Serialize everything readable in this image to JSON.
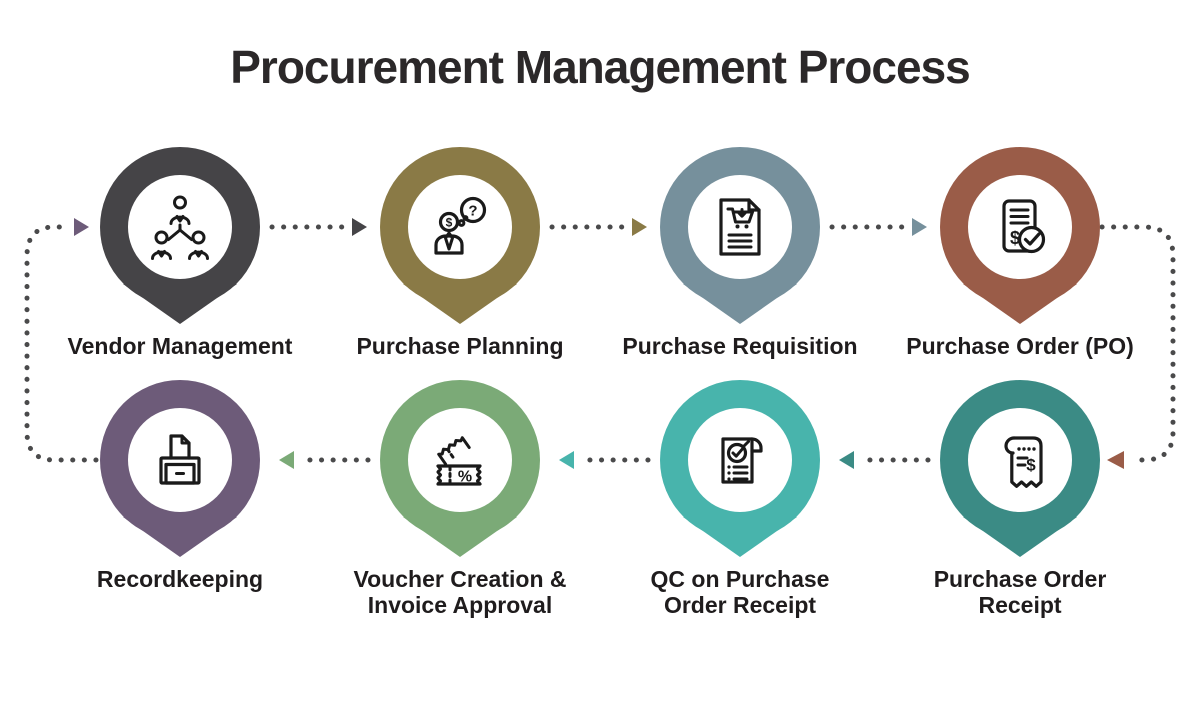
{
  "title": "Procurement Management Process",
  "colors": {
    "background": "#ffffff",
    "dot": "#4a4a4b",
    "text": "#1f1c1d",
    "icon": "#1a1a1a"
  },
  "icon_glyphs": {
    "dollar": "$",
    "question": "?",
    "percent": "%"
  },
  "steps": [
    {
      "id": "vendor-management",
      "title": "Vendor Management",
      "label_line1": "Vendor Management",
      "label_line2": "",
      "color": "#454447",
      "icon": "org-people-icon"
    },
    {
      "id": "purchase-planning",
      "title": "Purchase Planning",
      "label_line1": "Purchase Planning",
      "label_line2": "",
      "color": "#8a7a46",
      "icon": "planning-person-icon"
    },
    {
      "id": "purchase-requisition",
      "title": "Purchase Requisition",
      "label_line1": "Purchase Requisition",
      "label_line2": "",
      "color": "#76909c",
      "icon": "cart-document-icon"
    },
    {
      "id": "purchase-order",
      "title": "Purchase Order (PO)",
      "label_line1": "Purchase Order (PO)",
      "label_line2": "",
      "color": "#9a5c48",
      "icon": "document-check-icon"
    },
    {
      "id": "purchase-order-receipt",
      "title": "Purchase Order Receipt",
      "label_line1": "Purchase Order",
      "label_line2": "Receipt",
      "color": "#3b8b85",
      "icon": "receipt-dollar-icon"
    },
    {
      "id": "qc-purchase-order-receipt",
      "title": "QC on Purchase Order Receipt",
      "label_line1": "QC on Purchase",
      "label_line2": "Order Receipt",
      "color": "#48b4ac",
      "icon": "qc-checklist-icon"
    },
    {
      "id": "voucher-invoice",
      "title": "Voucher Creation & Invoice Approval",
      "label_line1": "Voucher Creation &",
      "label_line2": "Invoice Approval",
      "color": "#7baa77",
      "icon": "voucher-percent-icon"
    },
    {
      "id": "recordkeeping",
      "title": "Recordkeeping",
      "label_line1": "Recordkeeping",
      "label_line2": "",
      "color": "#6d5b79",
      "icon": "archive-document-icon"
    }
  ],
  "connectors": [
    {
      "from": "vendor-management",
      "to": "purchase-planning",
      "color": "#454447"
    },
    {
      "from": "purchase-planning",
      "to": "purchase-requisition",
      "color": "#8a7a46"
    },
    {
      "from": "purchase-requisition",
      "to": "purchase-order",
      "color": "#76909c"
    },
    {
      "from": "purchase-order",
      "to": "purchase-order-receipt",
      "color": "#9a5c48"
    },
    {
      "from": "purchase-order-receipt",
      "to": "qc-purchase-order-receipt",
      "color": "#3b8b85"
    },
    {
      "from": "qc-purchase-order-receipt",
      "to": "voucher-invoice",
      "color": "#48b4ac"
    },
    {
      "from": "voucher-invoice",
      "to": "recordkeeping",
      "color": "#7baa77"
    },
    {
      "from": "recordkeeping",
      "to": "vendor-management",
      "color": "#6d5b79"
    }
  ]
}
